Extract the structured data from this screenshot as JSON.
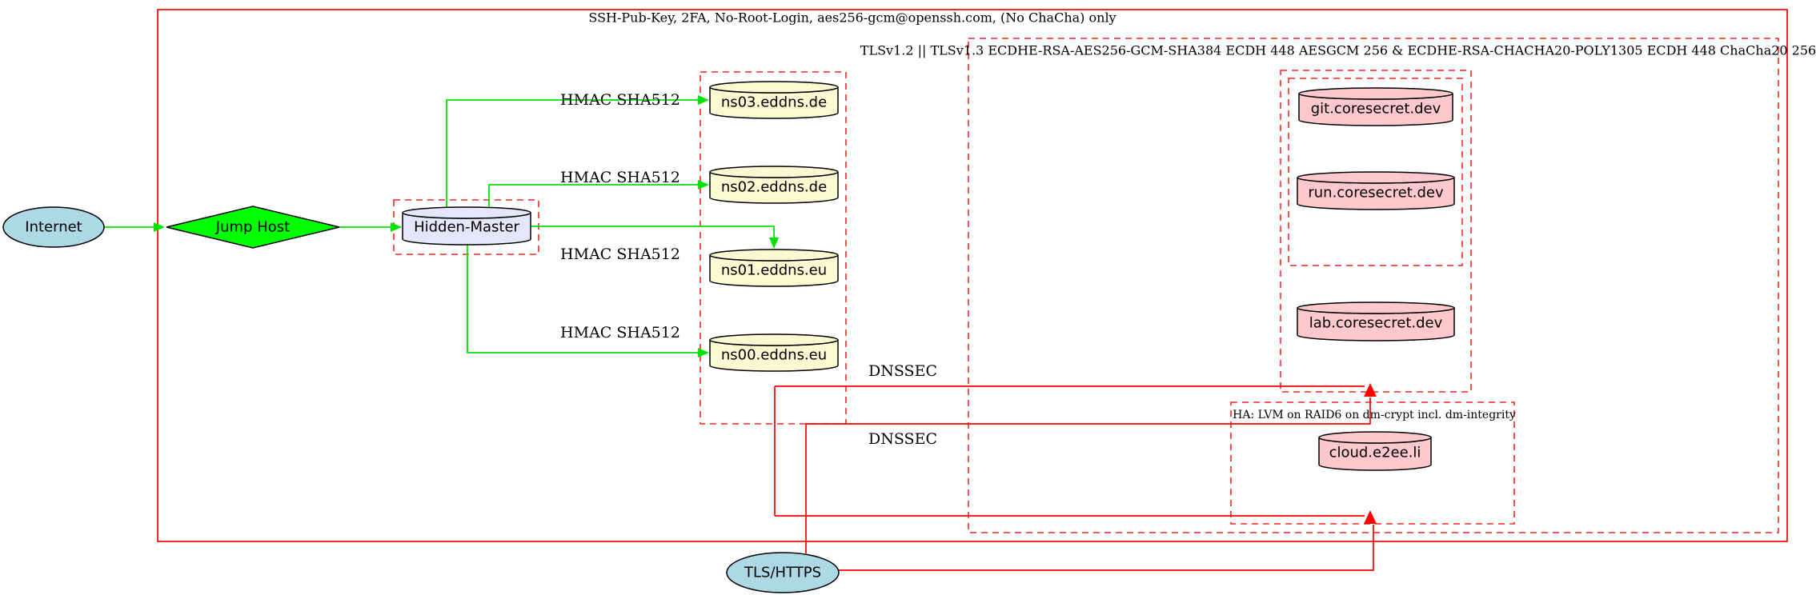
{
  "diagram": {
    "cluster_labels": {
      "ssh_policy": "SSH-Pub-Key, 2FA, No-Root-Login, aes256-gcm@openssh.com, (No ChaCha) only",
      "tls_policy": "TLSv1.2 || TLSv1.3 ECDHE-RSA-AES256-GCM-SHA384 ECDH 448 AESGCM 256 & ECDHE-RSA-CHACHA20-POLY1305 ECDH 448 ChaCha20 256",
      "ha_policy": "HA: LVM on RAID6 on dm-crypt incl. dm-integrity"
    },
    "nodes": {
      "internet": "Internet",
      "jump_host": "Jump Host",
      "hidden_master": "Hidden-Master",
      "ns03": "ns03.eddns.de",
      "ns02": "ns02.eddns.de",
      "ns01": "ns01.eddns.eu",
      "ns00": "ns00.eddns.eu",
      "git": "git.coresecret.dev",
      "run": "run.coresecret.dev",
      "lab": "lab.coresecret.dev",
      "cloud": "cloud.e2ee.li",
      "tls_https": "TLS/HTTPS"
    },
    "edge_labels": {
      "hmac": "HMAC SHA512",
      "dnssec": "DNSSEC"
    },
    "colors": {
      "internet_fill": "#add8e6",
      "jump_fill": "#00ff00",
      "master_fill": "#e6e6fa",
      "dns_fill": "#fafad2",
      "service_fill": "#ffc8cc",
      "green_edge": "#00e400",
      "red_edge": "#ff0000",
      "cluster_border": "#ff2222",
      "node_border": "#000000"
    }
  }
}
